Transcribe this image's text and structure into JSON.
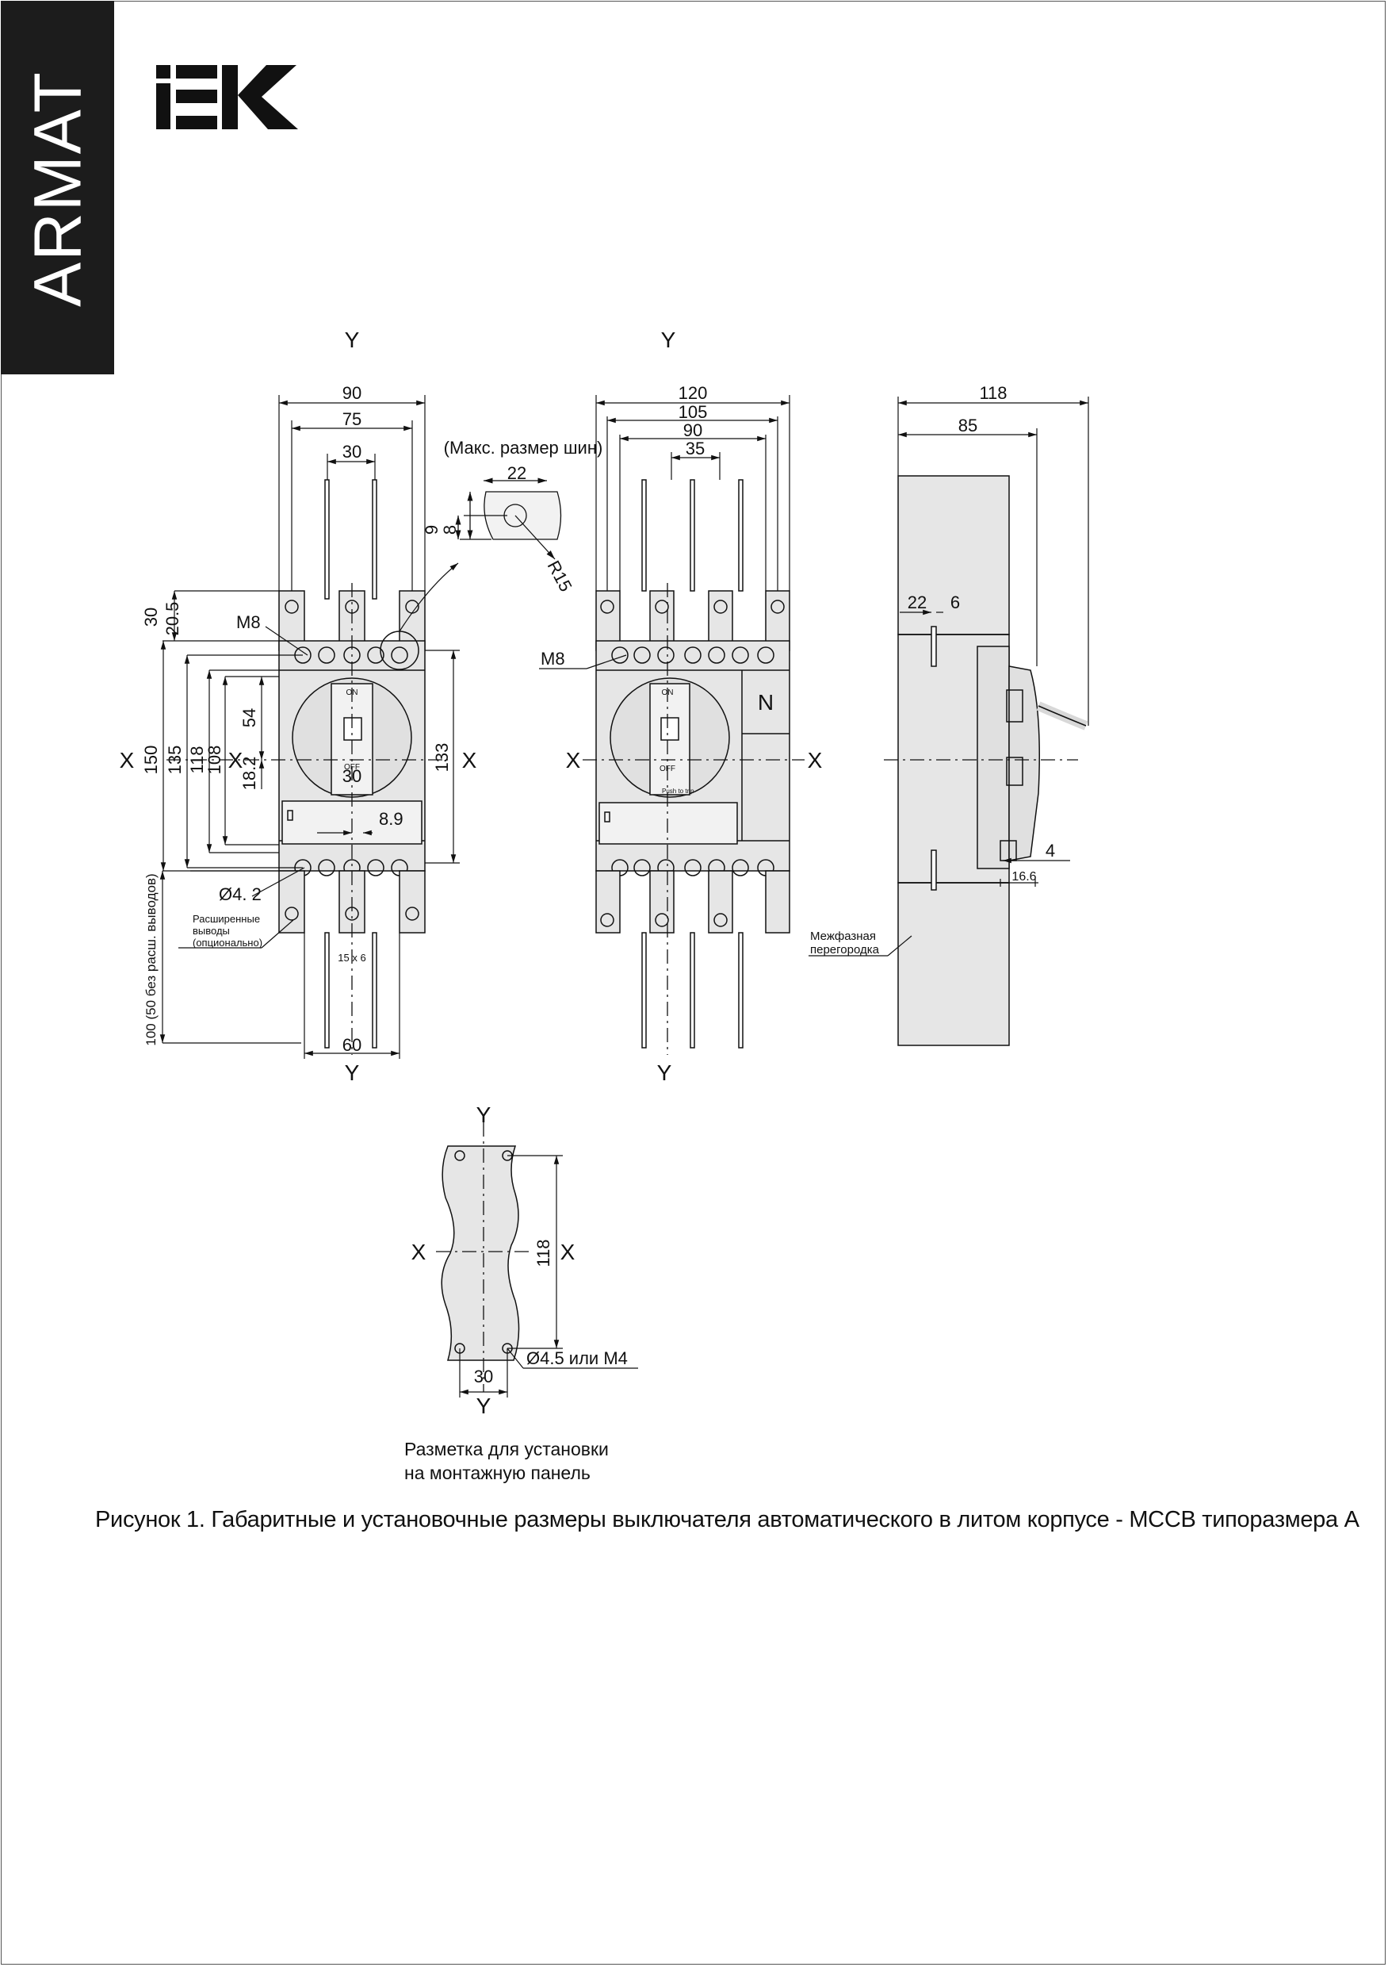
{
  "brand": {
    "vertical_text": "ARMAT",
    "logo_text": "IEK"
  },
  "bus_note": "(Макс. размер шин)",
  "axes": {
    "x": "X",
    "y": "Y"
  },
  "view_3p": {
    "widths": [
      "90",
      "75",
      "30"
    ],
    "heights": [
      "150",
      "135",
      "118",
      "108",
      "54",
      "18.2"
    ],
    "right_height": "133",
    "top_offsets": [
      "30",
      "20.5"
    ],
    "thread": "M8",
    "hole": "Ø4. 2",
    "center_30": "30",
    "offset": "8.9",
    "bottom_width": "60",
    "bar_size": "15 x 6",
    "long_dim": "100 (50 без расш. выводов)",
    "ext_note": [
      "Расширенные",
      "выводы",
      "(опционально)"
    ],
    "switch_on": "ON",
    "switch_off": "OFF"
  },
  "view_4p": {
    "widths": [
      "120",
      "105",
      "90",
      "35"
    ],
    "thread": "M8",
    "neutral": "N",
    "switch_on": "ON",
    "switch_off": "OFF",
    "push_to_trip": "Push to trip"
  },
  "view_side": {
    "widths": [
      "118",
      "85"
    ],
    "d22": "22",
    "d6": "6",
    "d4": "4",
    "d166": "16.6",
    "partition_note": [
      "Межфазная",
      "перегородка"
    ]
  },
  "bus_detail": {
    "w22": "22",
    "h9": "9",
    "h8": "8",
    "r15": "R15"
  },
  "mount": {
    "height": "118",
    "width": "30",
    "hole": "Ø4.5 или М4",
    "label_lines": [
      "Разметка для установки",
      "на монтажную панель"
    ]
  },
  "caption": "Рисунок 1. Габаритные и установочные размеры выключателя автоматического в литом корпусе - МССВ типоразмера А"
}
